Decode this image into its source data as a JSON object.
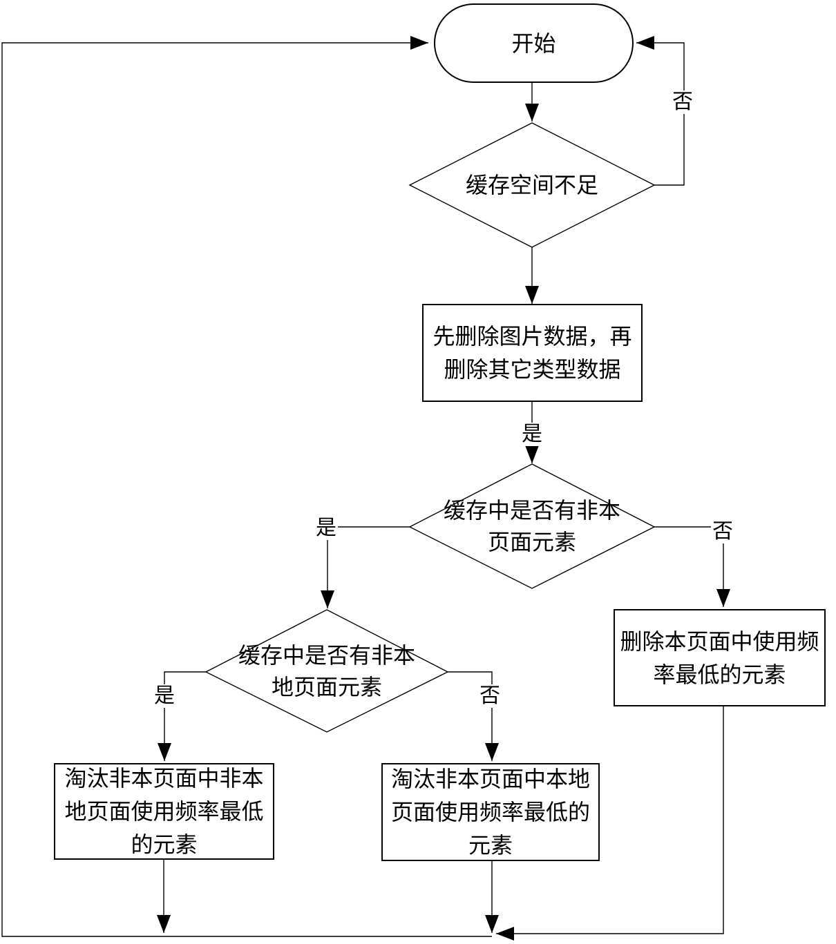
{
  "diagram": {
    "start": {
      "label": "开始"
    },
    "decisions": {
      "cache_insufficient": {
        "text": "缓存空间不足"
      },
      "has_non_current_page": {
        "text": "缓存中是否有非本页面元素",
        "lines": [
          "缓存中是否有非本",
          "页面元素"
        ]
      },
      "has_non_local_page": {
        "text": "缓存中是否有非本地页面元素",
        "lines": [
          "缓存中是否有非本",
          "地页面元素"
        ]
      }
    },
    "processes": {
      "delete_images_first": {
        "text": "先删除图片数据，再删除其它类型数据",
        "lines": [
          "先删除图片数据，再",
          "删除其它类型数据"
        ]
      },
      "delete_current_lowest": {
        "text": "删除本页面中使用频率最低的元素",
        "lines": [
          "删除本页面中使用频",
          "率最低的元素"
        ]
      },
      "evict_non_local_lowest": {
        "text": "淘汰非本页面中非本地页面使用频率最低的元素",
        "lines": [
          "淘汰非本页面中非本",
          "地页面使用频率最低",
          "的元素"
        ]
      },
      "evict_local_lowest": {
        "text": "淘汰非本页面中本地页面使用频率最低的元素",
        "lines": [
          "淘汰非本页面中本地",
          "页面使用频率最低的",
          "元素"
        ]
      }
    },
    "edge_labels": {
      "no_loop_to_start": "否",
      "yes_after_delete": "是",
      "yes_d2": "是",
      "no_d2": "否",
      "yes_d3": "是",
      "no_d3": "否"
    },
    "colors": {
      "line": "#000000",
      "background": "#ffffff"
    }
  }
}
